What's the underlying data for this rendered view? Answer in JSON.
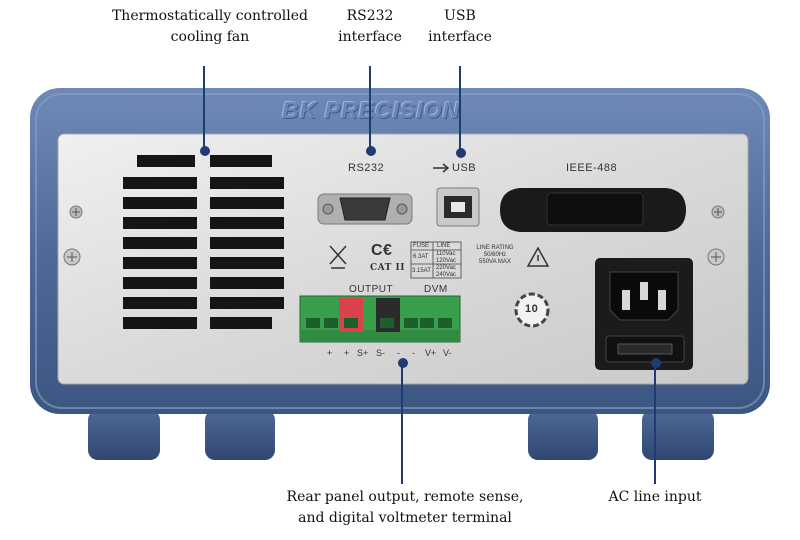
{
  "brand": "BK PRECISION",
  "callouts": {
    "fan": "Thermostatically controlled\ncooling fan",
    "rs232": "RS232\ninterface",
    "usb": "USB\ninterface",
    "rear_terminal": "Rear panel output, remote sense,\nand digital voltmeter terminal",
    "ac_input": "AC line input"
  },
  "panel_labels": {
    "rs232": "RS232",
    "usb": "USB",
    "ieee": "IEEE-488",
    "cat": "CAT II",
    "output": "OUTPUT",
    "dvm": "DVM",
    "line_rating": "LINE RATING\n50/60Hz\n550VA MAX",
    "rohs_years": "10"
  },
  "fuse_table": {
    "headers": [
      "FUSE",
      "LINE"
    ],
    "rows": [
      [
        "6.3AT",
        "110Vac\n120Vac"
      ],
      [
        "3.15AT",
        "220Vac\n240Vac"
      ]
    ]
  },
  "terminals": [
    "+",
    "+",
    "S+",
    "S-",
    "-",
    "-",
    "V+",
    "V-"
  ],
  "colors": {
    "leader": "#1f3b73",
    "frame": "#4e6a98",
    "panel": "#dcdcdc"
  }
}
